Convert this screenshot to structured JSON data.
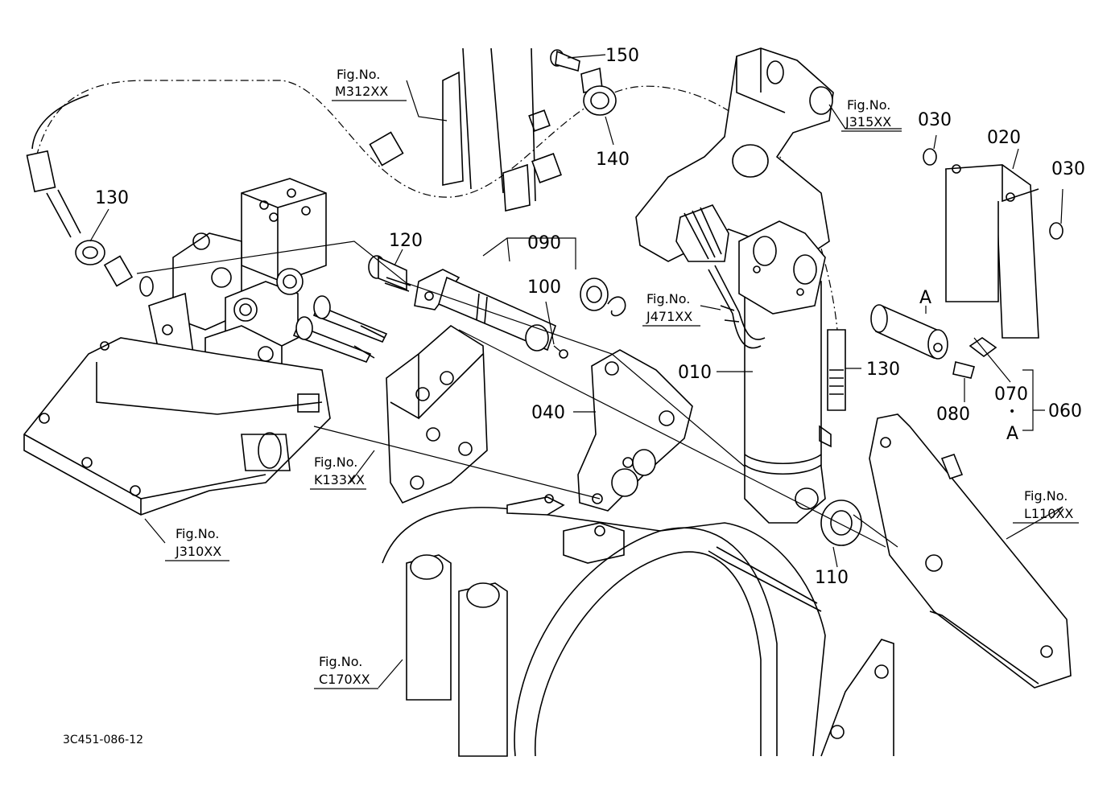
{
  "diagram_id": "3C451-086-12",
  "callouts": {
    "c150": "150",
    "c140": "140",
    "c130a": "130",
    "c120": "120",
    "c090": "090",
    "c100": "100",
    "c030a": "030",
    "c020": "020",
    "c030b": "030",
    "c010": "010",
    "c130b": "130",
    "c040": "040",
    "c070": "070",
    "c080": "080",
    "c060": "060",
    "c110": "110",
    "cA1": "A",
    "cA2": "A"
  },
  "fig_refs": {
    "label": "Fig.No.",
    "m312": "M312XX",
    "j315": "J315XX",
    "j471": "J471XX",
    "k133": "K133XX",
    "j310": "J310XX",
    "l110": "L110XX",
    "c170": "C170XX"
  },
  "dot_sep": "•"
}
